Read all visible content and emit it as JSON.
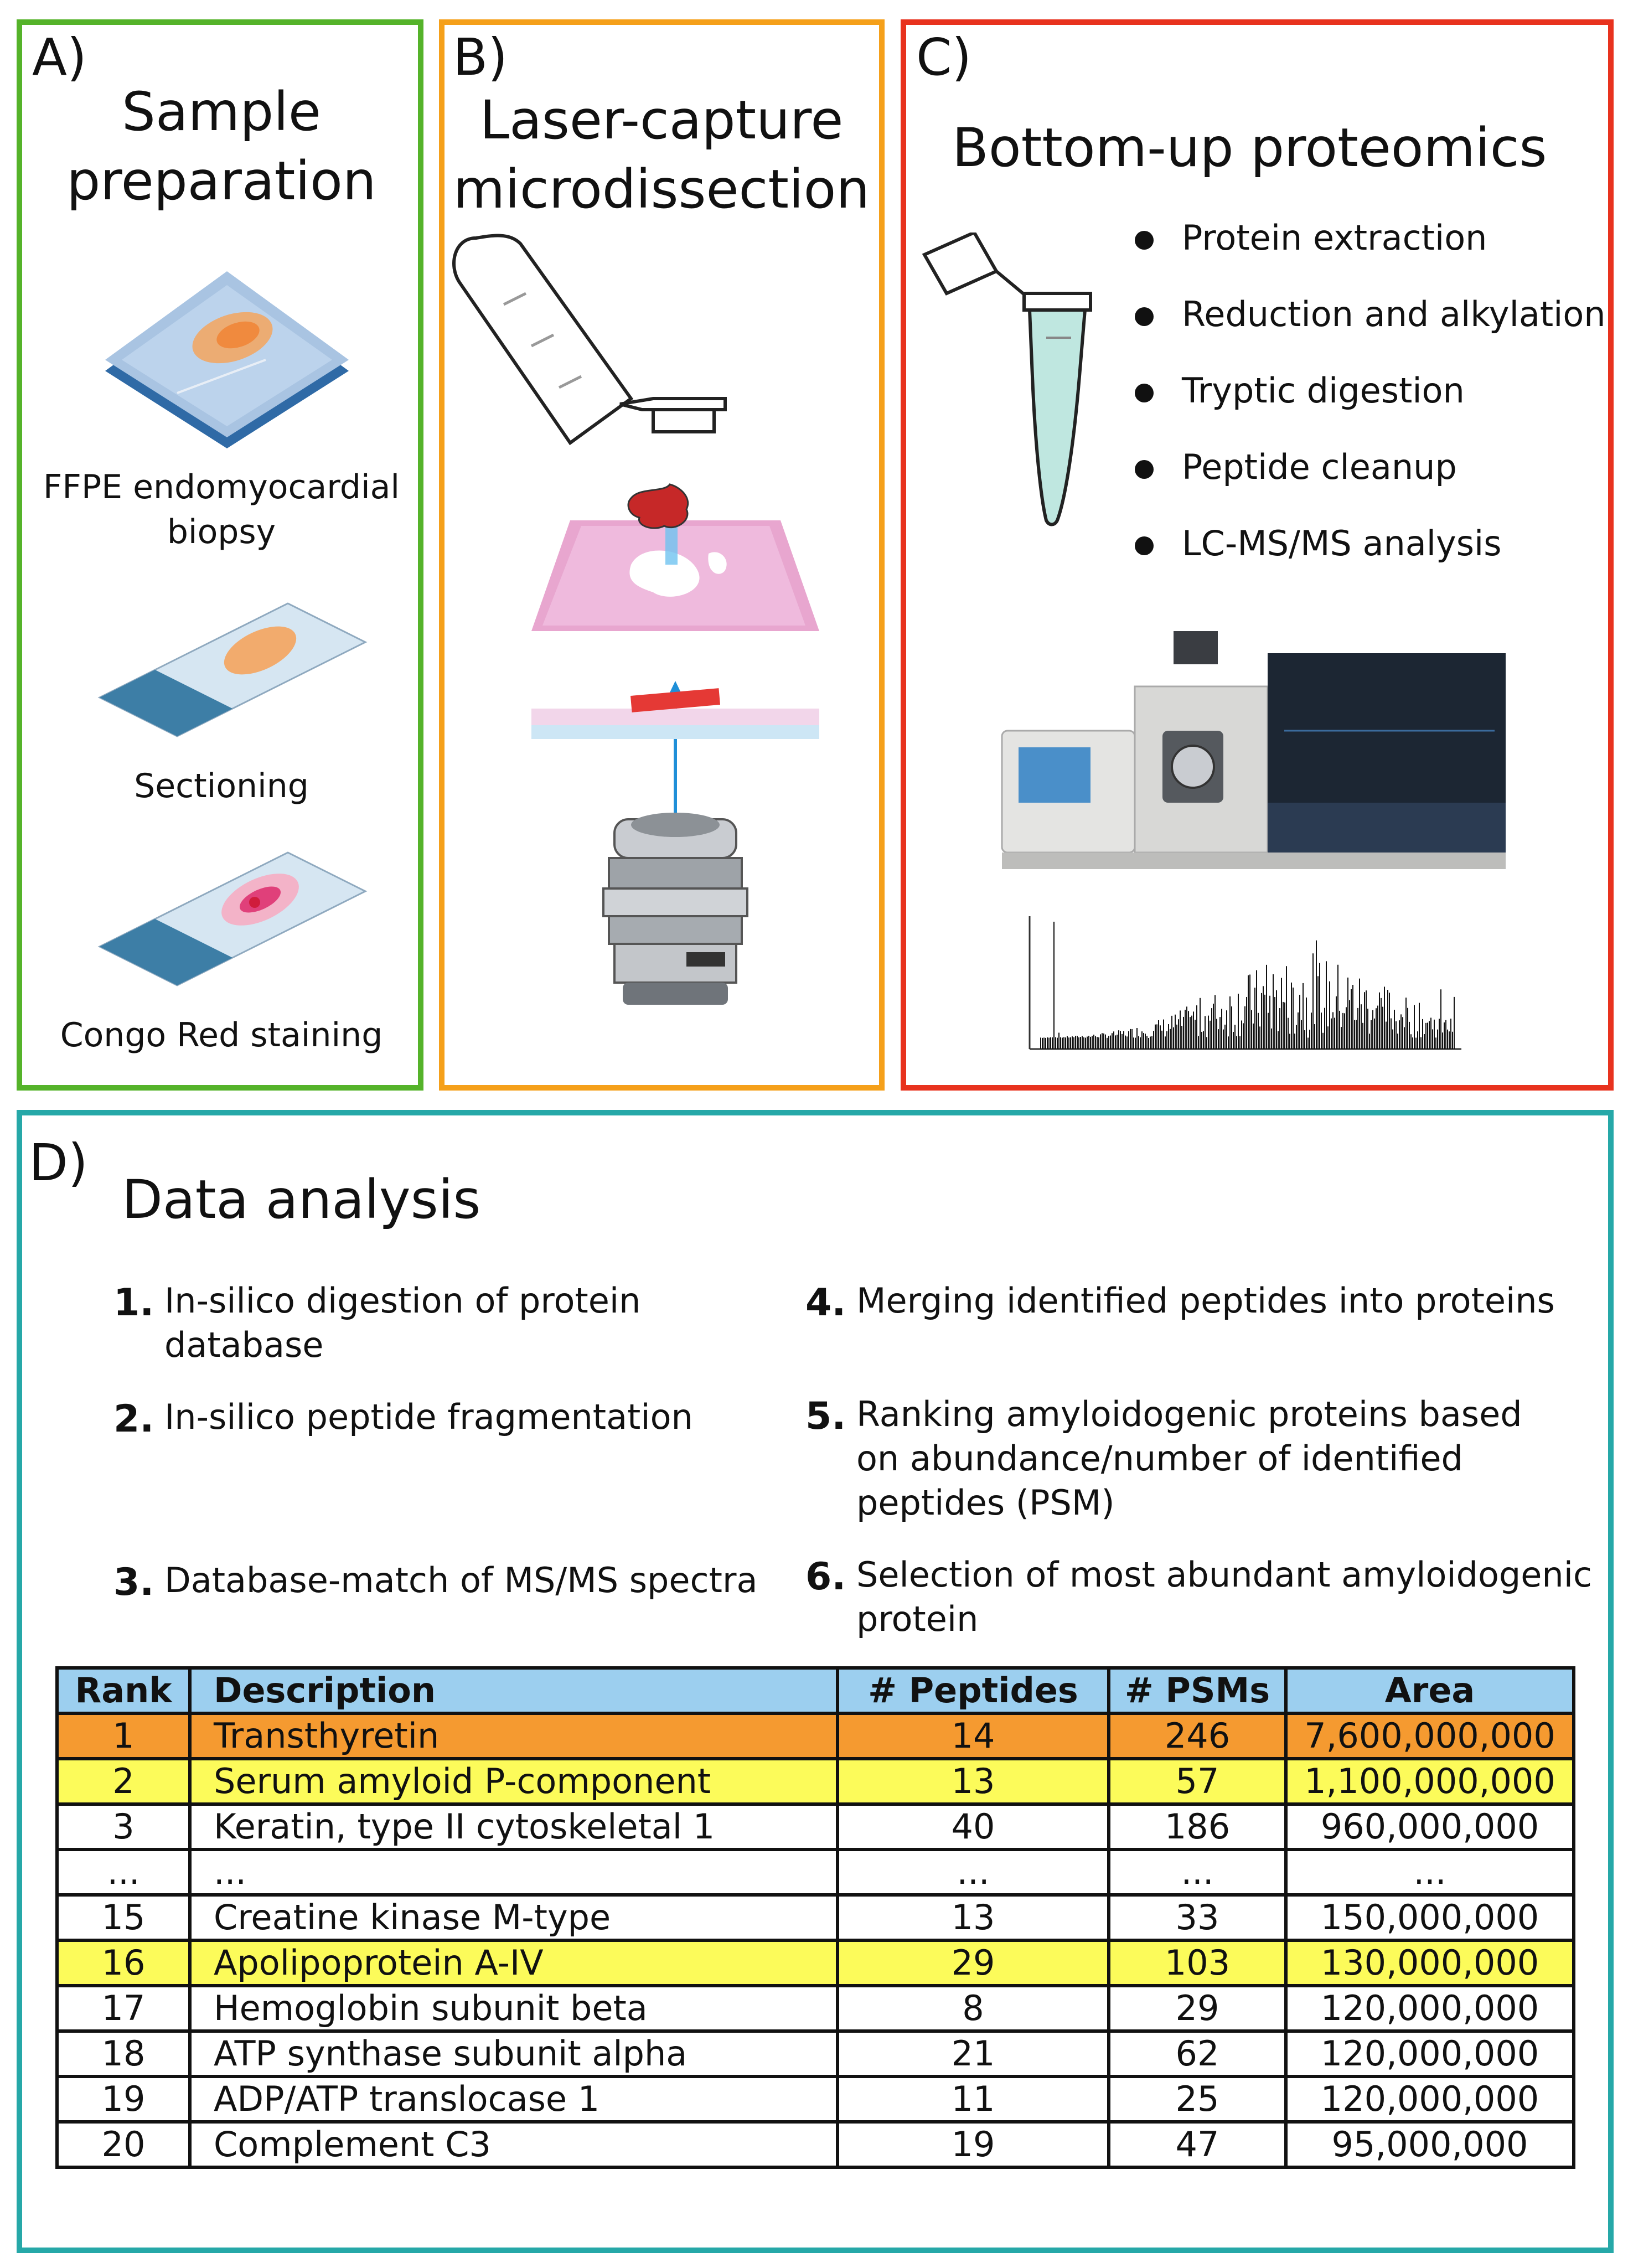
{
  "panel_a": {
    "letter": "A)",
    "title_lines": [
      "Sample",
      "preparation"
    ],
    "label_biopsy_lines": [
      "FFPE endomyocardial",
      "biopsy"
    ],
    "label_sectioning": "Sectioning",
    "label_staining": "Congo Red staining"
  },
  "panel_b": {
    "letter": "B)",
    "title_lines": [
      "Laser-capture",
      "microdissection"
    ]
  },
  "panel_c": {
    "letter": "C)",
    "title": "Bottom-up proteomics",
    "steps": [
      "Protein extraction",
      "Reduction and alkylation",
      "Tryptic digestion",
      "Peptide cleanup",
      "LC-MS/MS analysis"
    ]
  },
  "panel_d": {
    "letter": "D)",
    "title": "Data analysis",
    "steps": [
      {
        "num": "1.",
        "text_lines": [
          "In-silico digestion of protein",
          "database"
        ]
      },
      {
        "num": "2.",
        "text_lines": [
          "In-silico peptide fragmentation"
        ]
      },
      {
        "num": "3.",
        "text_lines": [
          "Database-match of MS/MS spectra"
        ]
      },
      {
        "num": "4.",
        "text_lines": [
          "Merging identified peptides into proteins"
        ]
      },
      {
        "num": "5.",
        "text_lines": [
          "Ranking amyloidogenic proteins based",
          "on abundance/number of identified",
          "peptides (PSM)"
        ]
      },
      {
        "num": "6.",
        "text_lines": [
          "Selection of most abundant amyloidogenic",
          "protein"
        ]
      }
    ],
    "table": {
      "headers": [
        "Rank",
        "Description",
        "# Peptides",
        "# PSMs",
        "Area"
      ],
      "rows": [
        {
          "rank": "1",
          "description": "Transthyretin",
          "peptides": "14",
          "psms": "246",
          "area": "7,600,000,000",
          "highlight": "orange"
        },
        {
          "rank": "2",
          "description": "Serum amyloid P-component",
          "peptides": "13",
          "psms": "57",
          "area": "1,100,000,000",
          "highlight": "yellow"
        },
        {
          "rank": "3",
          "description": "Keratin, type II cytoskeletal 1",
          "peptides": "40",
          "psms": "186",
          "area": "960,000,000",
          "highlight": "none"
        },
        {
          "rank": "...",
          "description": "...",
          "peptides": "...",
          "psms": "...",
          "area": "...",
          "highlight": "none"
        },
        {
          "rank": "15",
          "description": "Creatine kinase M-type",
          "peptides": "13",
          "psms": "33",
          "area": "150,000,000",
          "highlight": "none"
        },
        {
          "rank": "16",
          "description": "Apolipoprotein A-IV",
          "peptides": "29",
          "psms": "103",
          "area": "130,000,000",
          "highlight": "yellow"
        },
        {
          "rank": "17",
          "description": "Hemoglobin subunit beta",
          "peptides": "8",
          "psms": "29",
          "area": "120,000,000",
          "highlight": "none"
        },
        {
          "rank": "18",
          "description": "ATP synthase subunit alpha",
          "peptides": "21",
          "psms": "62",
          "area": "120,000,000",
          "highlight": "none"
        },
        {
          "rank": "19",
          "description": "ADP/ATP translocase 1",
          "peptides": "11",
          "psms": "25",
          "area": "120,000,000",
          "highlight": "none"
        },
        {
          "rank": "20",
          "description": "Complement C3",
          "peptides": "19",
          "psms": "47",
          "area": "95,000,000",
          "highlight": "none"
        }
      ]
    }
  },
  "colors": {
    "panel_a_border": "#55b32a",
    "panel_b_border": "#f5a01a",
    "panel_c_border": "#e8321e",
    "panel_d_border": "#26a8a8",
    "table_header": "#9ccfef",
    "highlight_orange": "#f59a30",
    "highlight_yellow": "#fcfb5a"
  }
}
